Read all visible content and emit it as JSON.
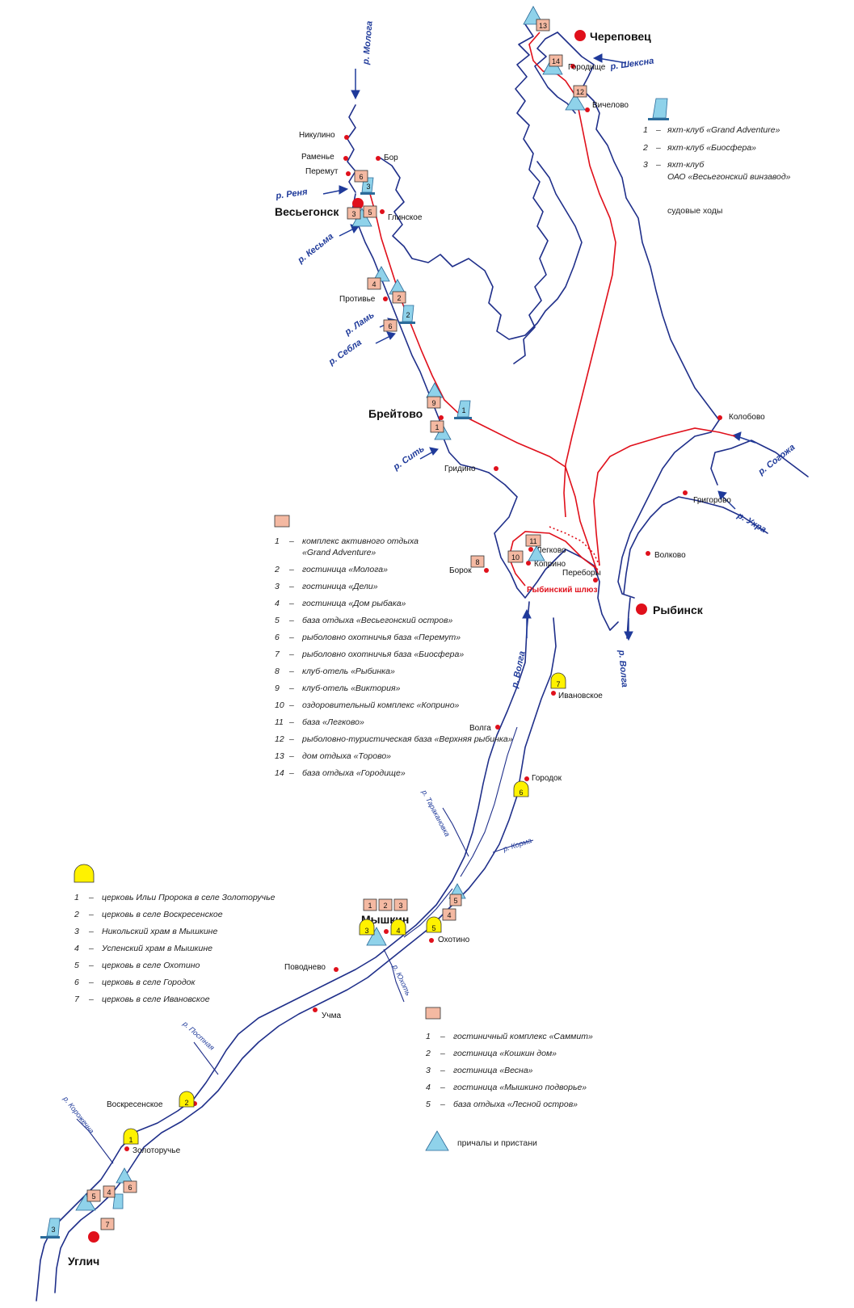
{
  "cities": {
    "cherepovets": "Череповец",
    "vesyegonsk": "Весьегонск",
    "breitovo": "Брейтово",
    "rybinsk": "Рыбинск",
    "myshkin": "Мышкин",
    "uglich": "Углич"
  },
  "towns": {
    "gorodishche": "Городище",
    "vichelovo": "Вичелово",
    "nikulino": "Никулино",
    "ramenye": "Раменье",
    "bor": "Бор",
    "peremut": "Перемут",
    "glinskoe": "Глинское",
    "protivye": "Противье",
    "kolobovo": "Колобово",
    "gridino": "Гридино",
    "grigorovo": "Григорово",
    "legkovo": "Легково",
    "koprino": "Коприно",
    "borok": "Борок",
    "perebory": "Переборы",
    "volkovo": "Волково",
    "ivanovskoe": "Ивановское",
    "volga": "Волга",
    "gorodok": "Городок",
    "okhotino": "Охотино",
    "povodnevo": "Поводнево",
    "uchma": "Учма",
    "voskresenskoe": "Воскресенское",
    "zolotoruchye": "Золоторучье"
  },
  "sluice": "Рыбинский шлюз",
  "rivers": {
    "mologa": "р. Молога",
    "sheksna": "р. Шексна",
    "renya": "р. Реня",
    "kesma": "р. Кесьма",
    "lam": "р. Ламь",
    "sebla": "р. Себла",
    "sit": "р. Сить",
    "sogozha": "р. Согожа",
    "ukhra": "р. Ухра",
    "volga_north": "р. Волга",
    "volga_south": "р. Волга",
    "tarakanovka": "р. Таракановка",
    "korma": "р. Корма",
    "yukot": "р. Юхоть",
    "postnaya": "р. Постная",
    "korozhechna": "р. Корожечна"
  },
  "legend_yacht": {
    "items": [
      {
        "num": "1",
        "dash": "–",
        "text": "яхт-клуб «Grand Adventure»"
      },
      {
        "num": "2",
        "dash": "–",
        "text": "яхт-клуб «Биосфера»"
      },
      {
        "num": "3",
        "dash": "–",
        "text": "яхт-клуб",
        "text2": "ОАО «Весьегонский винзавод»"
      }
    ],
    "routes": "судовые ходы"
  },
  "legend_hotels_north": {
    "items": [
      {
        "num": "1",
        "text": "комплекс активного отдыха",
        "text2": "«Grand Adventure»"
      },
      {
        "num": "2",
        "text": "гостиница «Молога»"
      },
      {
        "num": "3",
        "text": "гостиница «Дели»"
      },
      {
        "num": "4",
        "text": "гостиница «Дом рыбака»"
      },
      {
        "num": "5",
        "text": "база отдыха «Весьегонский остров»"
      },
      {
        "num": "6",
        "text": "рыболовно охотничья база «Перемут»"
      },
      {
        "num": "7",
        "text": "рыболовно охотничья база «Биосфера»"
      },
      {
        "num": "8",
        "text": "клуб-отель «Рыбинка»"
      },
      {
        "num": "9",
        "text": "клуб-отель «Виктория»"
      },
      {
        "num": "10",
        "text": "оздоровительный комплекс «Коприно»"
      },
      {
        "num": "11",
        "text": "база «Легково»"
      },
      {
        "num": "12",
        "text": "рыболовно-туристическая база «Верхняя рыбинка»"
      },
      {
        "num": "13",
        "text": "дом отдыха «Торово»"
      },
      {
        "num": "14",
        "text": "база отдыха «Городище»"
      }
    ],
    "dash": "–"
  },
  "legend_churches": {
    "items": [
      {
        "num": "1",
        "text": "церковь Ильи Пророка в селе Золоторучье"
      },
      {
        "num": "2",
        "text": "церковь в селе Воскресенское"
      },
      {
        "num": "3",
        "text": "Никольский храм в Мышкине"
      },
      {
        "num": "4",
        "text": "Успенский храм в Мышкине"
      },
      {
        "num": "5",
        "text": "церковь в селе Охотино"
      },
      {
        "num": "6",
        "text": "церковь в селе Городок"
      },
      {
        "num": "7",
        "text": "церковь в селе Ивановское"
      }
    ],
    "dash": "–"
  },
  "legend_hotels_south": {
    "items": [
      {
        "num": "1",
        "text": "гостиничный комплекс «Саммит»"
      },
      {
        "num": "2",
        "text": "гостиница «Кошкин дом»"
      },
      {
        "num": "3",
        "text": "гостиница «Весна»"
      },
      {
        "num": "4",
        "text": "гостиница «Мышкино подворье»"
      },
      {
        "num": "5",
        "text": "база отдыха «Лесной остров»"
      }
    ],
    "dash": "–",
    "piers": "причалы и пристани"
  },
  "markers": {
    "h13": "13",
    "h14": "14",
    "h12": "12",
    "h6a": "6",
    "h3a": "3",
    "h5a": "5",
    "h4a": "4",
    "h2a": "2",
    "h6b": "6",
    "h9": "9",
    "h1a": "1",
    "h11": "11",
    "h10": "10",
    "h8": "8",
    "h7a": "7",
    "y3": "3",
    "y2": "2",
    "y1": "1",
    "y3b": "3",
    "c7": "7",
    "c6": "6",
    "c5": "5",
    "c4": "4",
    "c3": "3",
    "c2": "2",
    "c1": "1",
    "m1": "1",
    "m2": "2",
    "m3": "3",
    "m4": "4",
    "m5": "5",
    "u5": "5",
    "u4": "4",
    "u6": "6"
  },
  "colors": {
    "river": "#1f2f8a",
    "route": "#e0101b",
    "hotel": "#f4b9a2",
    "pier": "#8fd2ea",
    "church": "#fff200",
    "city_dot": "#ff0000"
  }
}
